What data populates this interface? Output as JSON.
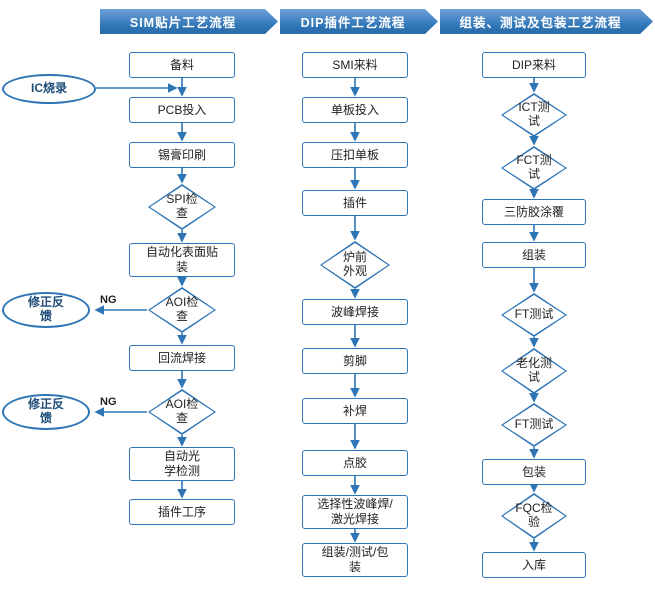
{
  "banners": [
    {
      "label": "SIM贴片工艺流程"
    },
    {
      "label": "DIP插件工艺流程"
    },
    {
      "label": "组装、测试及包装工艺流程"
    }
  ],
  "side": {
    "ic": "IC烧录",
    "fb1": "修正反\n馈",
    "fb2": "修正反\n馈",
    "ng1": "NG",
    "ng2": "NG"
  },
  "columns": [
    {
      "name": "smt-flow",
      "nodes": [
        {
          "shape": "rect",
          "label": "备料"
        },
        {
          "shape": "rect",
          "label": "PCB投入"
        },
        {
          "shape": "rect",
          "label": "锡膏印刷"
        },
        {
          "shape": "diamond",
          "label": "SPI检\n查"
        },
        {
          "shape": "rect",
          "label": "自动化表面贴\n装"
        },
        {
          "shape": "diamond",
          "label": "AOI检\n查"
        },
        {
          "shape": "rect",
          "label": "回流焊接"
        },
        {
          "shape": "diamond",
          "label": "AOI检\n查"
        },
        {
          "shape": "rect",
          "label": "自动光\n学检测"
        },
        {
          "shape": "rect",
          "label": "插件工序"
        }
      ]
    },
    {
      "name": "dip-flow",
      "nodes": [
        {
          "shape": "rect",
          "label": "SMI来料"
        },
        {
          "shape": "rect",
          "label": "单板投入"
        },
        {
          "shape": "rect",
          "label": "压扣单板"
        },
        {
          "shape": "rect",
          "label": "插件"
        },
        {
          "shape": "diamond",
          "label": "炉前\n外观"
        },
        {
          "shape": "rect",
          "label": "波峰焊接"
        },
        {
          "shape": "rect",
          "label": "剪脚"
        },
        {
          "shape": "rect",
          "label": "补焊"
        },
        {
          "shape": "rect",
          "label": "点胶"
        },
        {
          "shape": "rect",
          "label": "选择性波峰焊/\n激光焊接"
        },
        {
          "shape": "rect",
          "label": "组装/测试/包\n装"
        }
      ]
    },
    {
      "name": "assembly-test-pack-flow",
      "nodes": [
        {
          "shape": "rect",
          "label": "DIP来料"
        },
        {
          "shape": "diamond",
          "label": "ICT测\n试"
        },
        {
          "shape": "diamond",
          "label": "FCT测\n试"
        },
        {
          "shape": "rect",
          "label": "三防胶涂覆"
        },
        {
          "shape": "rect",
          "label": "组装"
        },
        {
          "shape": "diamond",
          "label": "FT测试"
        },
        {
          "shape": "diamond",
          "label": "老化测\n试"
        },
        {
          "shape": "diamond",
          "label": "FT测试"
        },
        {
          "shape": "rect",
          "label": "包装"
        },
        {
          "shape": "diamond",
          "label": "FQC检\n验"
        },
        {
          "shape": "rect",
          "label": "入库"
        }
      ]
    }
  ],
  "colors": {
    "accent": "#2E75B6",
    "banner_top": "#6FA0D8",
    "banner_bottom": "#2A6AA5",
    "node_text": "#1F1F1F",
    "side_text": "#1F4E79"
  }
}
